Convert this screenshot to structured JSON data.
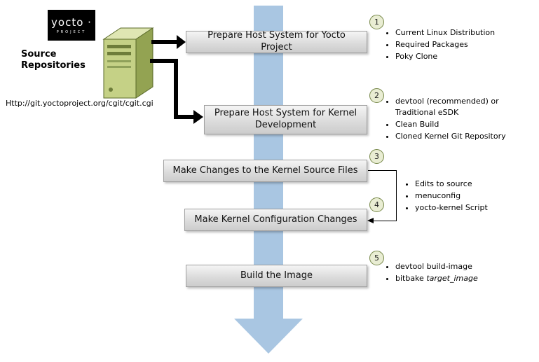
{
  "source": {
    "logo_text": "yocto ·",
    "logo_sub": "PROJECT",
    "label": "Source Repositories",
    "url": "Http://git.yoctoproject.org/cgit/cgit.cgi"
  },
  "flow": {
    "boxes": [
      "Prepare Host System for Yocto Project",
      "Prepare Host System for Kernel Development",
      "Make Changes to the Kernel Source Files",
      "Make Kernel Configuration Changes",
      "Build the Image"
    ],
    "badges": [
      "1",
      "2",
      "3",
      "4",
      "5"
    ]
  },
  "notes": {
    "group1": [
      "Current Linux Distribution",
      "Required Packages",
      "Poky Clone"
    ],
    "group2": [
      "devtool (recommended) or Traditional eSDK",
      "Clean Build",
      "Cloned Kernel Git Repository"
    ],
    "group34": [
      "Edits to source",
      "menuconfig",
      "yocto-kernel Script"
    ],
    "group5_items": [
      {
        "text": "devtool build-image"
      },
      {
        "text": "bitbake ",
        "italic": "target_image"
      }
    ]
  },
  "colors": {
    "arrow_blue": "#a9c6e2",
    "box_gray": "#d9d9d9",
    "badge_fill": "#e9edd3",
    "badge_border": "#77884a",
    "server_green": "#c5d186"
  }
}
